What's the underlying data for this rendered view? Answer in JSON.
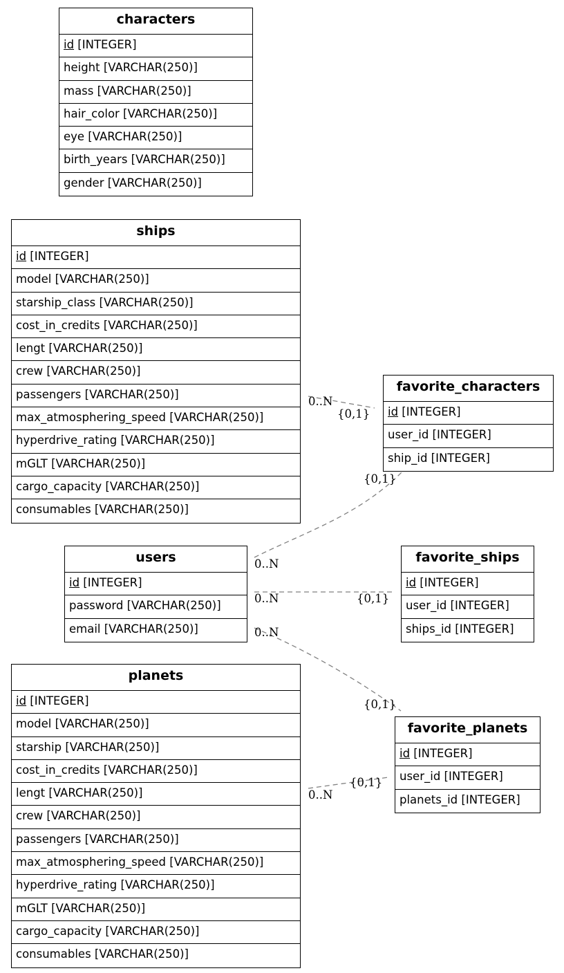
{
  "entities": {
    "characters": {
      "name": "characters",
      "fields": [
        {
          "pk": "id",
          "rest": " [INTEGER]"
        },
        {
          "pk": "",
          "rest": "height [VARCHAR(250)]"
        },
        {
          "pk": "",
          "rest": "mass [VARCHAR(250)]"
        },
        {
          "pk": "",
          "rest": "hair_color [VARCHAR(250)]"
        },
        {
          "pk": "",
          "rest": "eye [VARCHAR(250)]"
        },
        {
          "pk": "",
          "rest": "birth_years [VARCHAR(250)]"
        },
        {
          "pk": "",
          "rest": "gender [VARCHAR(250)]"
        }
      ]
    },
    "ships": {
      "name": "ships",
      "fields": [
        {
          "pk": "id",
          "rest": " [INTEGER]"
        },
        {
          "pk": "",
          "rest": "model [VARCHAR(250)]"
        },
        {
          "pk": "",
          "rest": "starship_class [VARCHAR(250)]"
        },
        {
          "pk": "",
          "rest": "cost_in_credits [VARCHAR(250)]"
        },
        {
          "pk": "",
          "rest": "lengt [VARCHAR(250)]"
        },
        {
          "pk": "",
          "rest": "crew [VARCHAR(250)]"
        },
        {
          "pk": "",
          "rest": "passengers [VARCHAR(250)]"
        },
        {
          "pk": "",
          "rest": "max_atmosphering_speed [VARCHAR(250)]"
        },
        {
          "pk": "",
          "rest": "hyperdrive_rating [VARCHAR(250)]"
        },
        {
          "pk": "",
          "rest": "mGLT [VARCHAR(250)]"
        },
        {
          "pk": "",
          "rest": "cargo_capacity [VARCHAR(250)]"
        },
        {
          "pk": "",
          "rest": "consumables [VARCHAR(250)]"
        }
      ]
    },
    "favorite_characters": {
      "name": "favorite_characters",
      "fields": [
        {
          "pk": "id",
          "rest": " [INTEGER]"
        },
        {
          "pk": "",
          "rest": "user_id [INTEGER]"
        },
        {
          "pk": "",
          "rest": "ship_id [INTEGER]"
        }
      ]
    },
    "users": {
      "name": "users",
      "fields": [
        {
          "pk": "id",
          "rest": " [INTEGER]"
        },
        {
          "pk": "",
          "rest": "password [VARCHAR(250)]"
        },
        {
          "pk": "",
          "rest": "email [VARCHAR(250)]"
        }
      ]
    },
    "favorite_ships": {
      "name": "favorite_ships",
      "fields": [
        {
          "pk": "id",
          "rest": " [INTEGER]"
        },
        {
          "pk": "",
          "rest": "user_id [INTEGER]"
        },
        {
          "pk": "",
          "rest": "ships_id [INTEGER]"
        }
      ]
    },
    "planets": {
      "name": "planets",
      "fields": [
        {
          "pk": "id",
          "rest": " [INTEGER]"
        },
        {
          "pk": "",
          "rest": "model [VARCHAR(250)]"
        },
        {
          "pk": "",
          "rest": "starship [VARCHAR(250)]"
        },
        {
          "pk": "",
          "rest": "cost_in_credits [VARCHAR(250)]"
        },
        {
          "pk": "",
          "rest": "lengt [VARCHAR(250)]"
        },
        {
          "pk": "",
          "rest": "crew [VARCHAR(250)]"
        },
        {
          "pk": "",
          "rest": "passengers [VARCHAR(250)]"
        },
        {
          "pk": "",
          "rest": "max_atmosphering_speed [VARCHAR(250)]"
        },
        {
          "pk": "",
          "rest": "hyperdrive_rating [VARCHAR(250)]"
        },
        {
          "pk": "",
          "rest": "mGLT [VARCHAR(250)]"
        },
        {
          "pk": "",
          "rest": "cargo_capacity [VARCHAR(250)]"
        },
        {
          "pk": "",
          "rest": "consumables [VARCHAR(250)]"
        }
      ]
    },
    "favorite_planets": {
      "name": "favorite_planets",
      "fields": [
        {
          "pk": "id",
          "rest": " [INTEGER]"
        },
        {
          "pk": "",
          "rest": "user_id [INTEGER]"
        },
        {
          "pk": "",
          "rest": "planets_id [INTEGER]"
        }
      ]
    }
  },
  "relations": [
    {
      "from": "ships",
      "to": "favorite_characters",
      "from_card": "0..N",
      "to_card": "{0,1}"
    },
    {
      "from": "users",
      "to": "favorite_characters",
      "from_card": "0..N",
      "to_card": "{0,1}"
    },
    {
      "from": "users",
      "to": "favorite_ships",
      "from_card": "0..N",
      "to_card": "{0,1}"
    },
    {
      "from": "users",
      "to": "favorite_planets",
      "from_card": "0..N",
      "to_card": "{0,1}"
    },
    {
      "from": "planets",
      "to": "favorite_planets",
      "from_card": "0..N",
      "to_card": "{0,1}"
    }
  ],
  "colors": {
    "border": "#000000",
    "relation_line": "#808080",
    "background": "#ffffff"
  }
}
